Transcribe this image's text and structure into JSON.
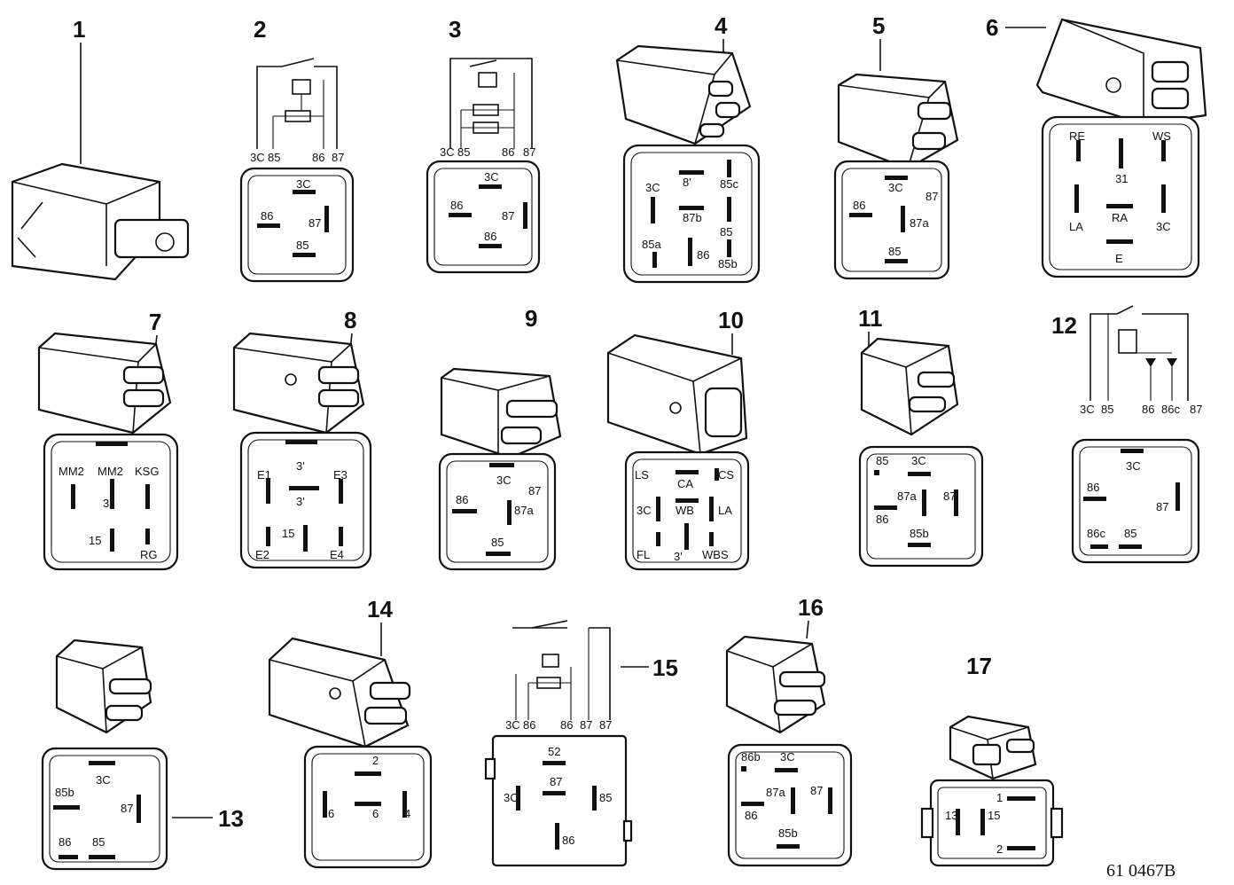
{
  "relays": [
    {
      "number": "1",
      "pins": []
    },
    {
      "number": "2",
      "schematic_pins": [
        "3C",
        "85",
        "86",
        "87"
      ],
      "pins": [
        "3C",
        "86",
        "87",
        "85"
      ]
    },
    {
      "number": "3",
      "schematic_pins": [
        "3C",
        "85",
        "86",
        "87"
      ],
      "pins": [
        "3C",
        "86",
        "87",
        "86"
      ]
    },
    {
      "number": "4",
      "pins": [
        "8'",
        "85c",
        "3C",
        "87b",
        "85",
        "85a",
        "86",
        "85b"
      ]
    },
    {
      "number": "5",
      "pins": [
        "3C",
        "87",
        "86",
        "87a",
        "85"
      ]
    },
    {
      "number": "6",
      "pins": [
        "RE",
        "WS",
        "31",
        "LA",
        "RA",
        "3C",
        "E"
      ]
    },
    {
      "number": "7",
      "pins": [
        "MM2",
        "MM2",
        "KSG",
        "3'",
        "15",
        "RG"
      ]
    },
    {
      "number": "8",
      "pins": [
        "E1",
        "3'",
        "E3",
        "3'",
        "15",
        "E2",
        "E4"
      ]
    },
    {
      "number": "9",
      "pins": [
        "3C",
        "86",
        "87",
        "87a",
        "85"
      ]
    },
    {
      "number": "10",
      "pins": [
        "LS",
        "CA",
        "CS",
        "3C",
        "WB",
        "LA",
        "FL",
        "3'",
        "WBS"
      ]
    },
    {
      "number": "11",
      "pins": [
        "85",
        "3C",
        "87a",
        "87",
        "86",
        "85b"
      ]
    },
    {
      "number": "12",
      "schematic_pins": [
        "3C",
        "85",
        "86",
        "86c",
        "87"
      ],
      "pins": [
        "3C",
        "86",
        "87",
        "86c",
        "85"
      ]
    },
    {
      "number": "13",
      "pins": [
        "3C",
        "85b",
        "87",
        "86",
        "85"
      ]
    },
    {
      "number": "14",
      "pins": [
        "2",
        "6",
        "6",
        "4"
      ]
    },
    {
      "number": "15",
      "schematic_pins": [
        "3C",
        "86",
        "86",
        "87",
        "87"
      ],
      "pins": [
        "52",
        "3C",
        "87",
        "85",
        "86"
      ]
    },
    {
      "number": "16",
      "pins": [
        "86b",
        "3C",
        "87a",
        "87",
        "86",
        "85b"
      ]
    },
    {
      "number": "17",
      "pins": [
        "1",
        "13",
        "15",
        "2"
      ]
    }
  ],
  "drawing_code": "61 0467B",
  "colors": {
    "ink": "#111111",
    "paper": "#ffffff"
  }
}
